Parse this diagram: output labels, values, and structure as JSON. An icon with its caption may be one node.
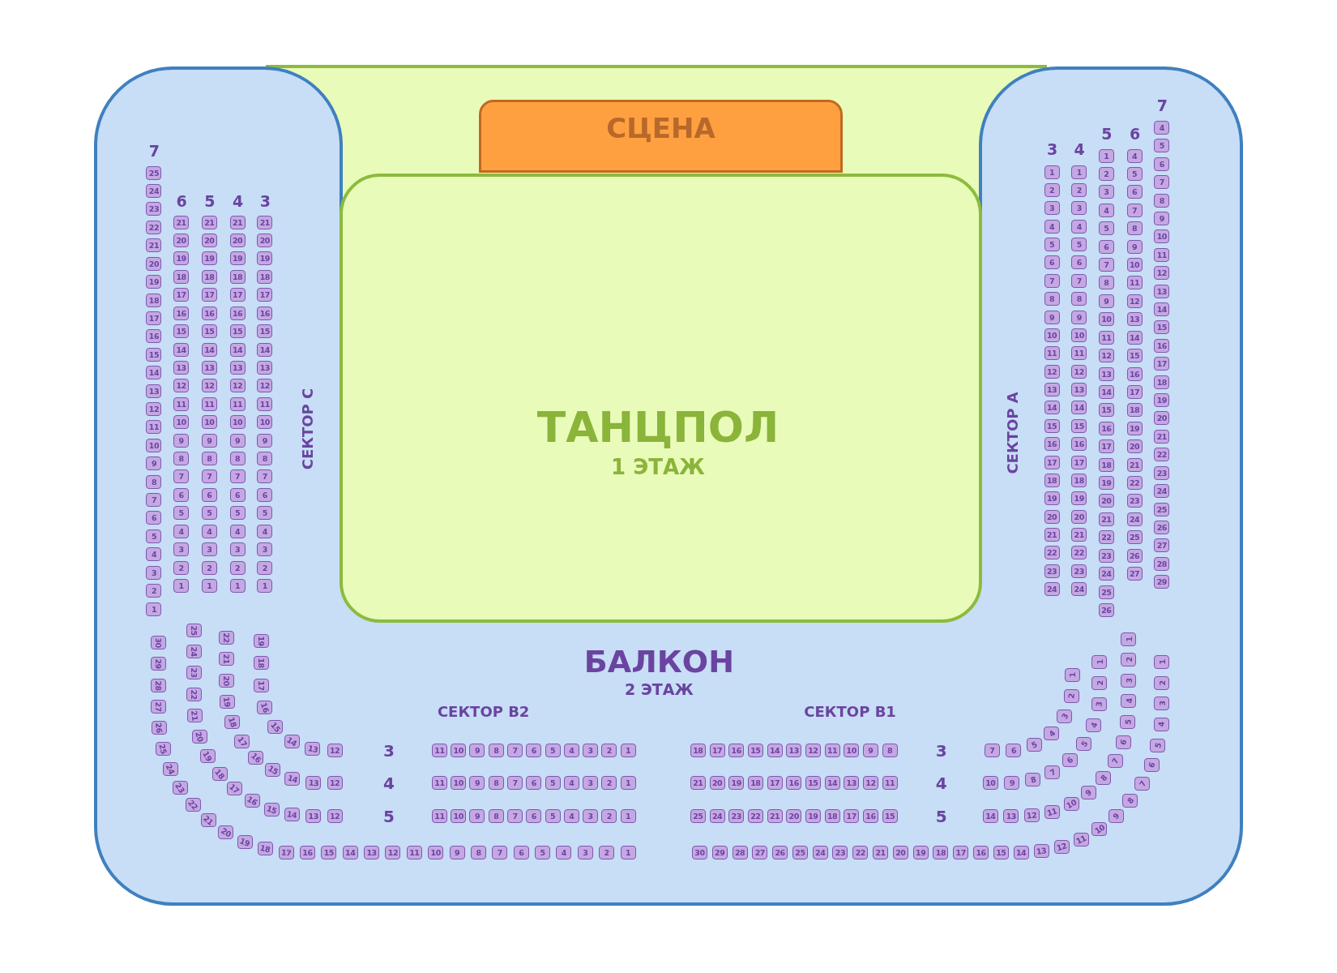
{
  "diagram": {
    "nodes": [
      {
        "text": [
          "СЦЕНА"
        ]
      },
      {
        "text": [
          "ТАНЦПОЛ",
          "1 ЭТАЖ"
        ]
      },
      {
        "text": [
          "БАЛКОН",
          "2 ЭТАЖ"
        ]
      },
      {
        "text": [
          "25"
        ],
        "in": 2
      },
      {
        "text": [
          "24"
        ],
        "in": 2
      },
      {
        "text": [
          "23"
        ],
        "in": 2
      },
      {
        "text": [
          "22"
        ],
        "in": 2
      },
      {
        "text": [
          "21"
        ],
        "in": 2
      },
      {
        "text": [
          "20"
        ],
        "in": 2
      },
      {
        "text": [
          "19"
        ],
        "in": 2
      },
      {
        "text": [
          "18"
        ],
        "in": 2
      },
      {
        "text": [
          "17"
        ],
        "in": 2
      },
      {
        "text": [
          "16"
        ],
        "in": 2
      },
      {
        "text": [
          "15"
        ],
        "in": 2
      },
      {
        "text": [
          "14"
        ],
        "in": 2
      },
      {
        "text": [
          "13"
        ],
        "in": 2
      },
      {
        "text": [
          "12"
        ],
        "in": 2
      },
      {
        "text": [
          "11"
        ],
        "in": 2
      },
      {
        "text": [
          "10"
        ],
        "in": 2
      },
      {
        "text": [
          "9"
        ],
        "in": 2
      },
      {
        "text": [
          "8"
        ],
        "in": 2
      },
      {
        "text": [
          "7"
        ],
        "in": 2
      },
      {
        "text": [
          "6"
        ],
        "in": 2
      },
      {
        "text": [
          "5"
        ],
        "in": 2
      },
      {
        "text": [
          "4"
        ],
        "in": 2
      },
      {
        "text": [
          "3"
        ],
        "in": 2
      },
      {
        "text": [
          "2"
        ],
        "in": 2
      },
      {
        "text": [
          "1"
        ],
        "in": 2
      },
      {
        "text": [
          "21"
        ],
        "in": 2
      },
      {
        "text": [
          "20"
        ],
        "in": 2
      },
      {
        "text": [
          "19"
        ],
        "in": 2
      },
      {
        "text": [
          "18"
        ],
        "in": 2
      },
      {
        "text": [
          "17"
        ],
        "in": 2
      },
      {
        "text": [
          "16"
        ],
        "in": 2
      },
      {
        "text": [
          "15"
        ],
        "in": 2
      },
      {
        "text": [
          "14"
        ],
        "in": 2
      },
      {
        "text": [
          "13"
        ],
        "in": 2
      },
      {
        "text": [
          "12"
        ],
        "in": 2
      },
      {
        "text": [
          "11"
        ],
        "in": 2
      },
      {
        "text": [
          "10"
        ],
        "in": 2
      },
      {
        "text": [
          "9"
        ],
        "in": 2
      },
      {
        "text": [
          "8"
        ],
        "in": 2
      },
      {
        "text": [
          "7"
        ],
        "in": 2
      },
      {
        "text": [
          "6"
        ],
        "in": 2
      },
      {
        "text": [
          "5"
        ],
        "in": 2
      },
      {
        "text": [
          "4"
        ],
        "in": 2
      },
      {
        "text": [
          "3"
        ],
        "in": 2
      },
      {
        "text": [
          "2"
        ],
        "in": 2
      },
      {
        "text": [
          "1"
        ],
        "in": 2
      },
      {
        "text": [
          "21"
        ],
        "in": 2
      },
      {
        "text": [
          "20"
        ],
        "in": 2
      },
      {
        "text": [
          "19"
        ],
        "in": 2
      },
      {
        "text": [
          "18"
        ],
        "in": 2
      },
      {
        "text": [
          "17"
        ],
        "in": 2
      },
      {
        "text": [
          "16"
        ],
        "in": 2
      },
      {
        "text": [
          "15"
        ],
        "in": 2
      },
      {
        "text": [
          "14"
        ],
        "in": 2
      },
      {
        "text": [
          "13"
        ],
        "in": 2
      },
      {
        "text": [
          "12"
        ],
        "in": 2
      },
      {
        "text": [
          "11"
        ],
        "in": 2
      },
      {
        "text": [
          "10"
        ],
        "in": 2
      },
      {
        "text": [
          "9"
        ],
        "in": 2
      },
      {
        "text": [
          "8"
        ],
        "in": 2
      },
      {
        "text": [
          "7"
        ],
        "in": 2
      },
      {
        "text": [
          "6"
        ],
        "in": 2
      },
      {
        "text": [
          "5"
        ],
        "in": 2
      },
      {
        "text": [
          "4"
        ],
        "in": 2
      },
      {
        "text": [
          "3"
        ],
        "in": 2
      },
      {
        "text": [
          "2"
        ],
        "in": 2
      },
      {
        "text": [
          "1"
        ],
        "in": 2
      },
      {
        "text": [
          "21"
        ],
        "in": 2
      },
      {
        "text": [
          "20"
        ],
        "in": 2
      },
      {
        "text": [
          "19"
        ],
        "in": 2
      },
      {
        "text": [
          "18"
        ],
        "in": 2
      },
      {
        "text": [
          "17"
        ],
        "in": 2
      },
      {
        "text": [
          "16"
        ],
        "in": 2
      },
      {
        "text": [
          "15"
        ],
        "in": 2
      },
      {
        "text": [
          "14"
        ],
        "in": 2
      },
      {
        "text": [
          "13"
        ],
        "in": 2
      },
      {
        "text": [
          "12"
        ],
        "in": 2
      },
      {
        "text": [
          "11"
        ],
        "in": 2
      },
      {
        "text": [
          "10"
        ],
        "in": 2
      },
      {
        "text": [
          "9"
        ],
        "in": 2
      },
      {
        "text": [
          "8"
        ],
        "in": 2
      },
      {
        "text": [
          "7"
        ],
        "in": 2
      },
      {
        "text": [
          "6"
        ],
        "in": 2
      },
      {
        "text": [
          "5"
        ],
        "in": 2
      },
      {
        "text": [
          "4"
        ],
        "in": 2
      },
      {
        "text": [
          "3"
        ],
        "in": 2
      },
      {
        "text": [
          "2"
        ],
        "in": 2
      },
      {
        "text": [
          "1"
        ],
        "in": 2
      },
      {
        "text": [
          "21"
        ],
        "in": 2
      },
      {
        "text": [
          "20"
        ],
        "in": 2
      },
      {
        "text": [
          "19"
        ],
        "in": 2
      },
      {
        "text": [
          "18"
        ],
        "in": 2
      },
      {
        "text": [
          "17"
        ],
        "in": 2
      },
      {
        "text": [
          "16"
        ],
        "in": 2
      },
      {
        "text": [
          "15"
        ],
        "in": 2
      },
      {
        "text": [
          "14"
        ],
        "in": 2
      },
      {
        "text": [
          "13"
        ],
        "in": 2
      },
      {
        "text": [
          "12"
        ],
        "in": 2
      },
      {
        "text": [
          "11"
        ],
        "in": 2
      },
      {
        "text": [
          "10"
        ],
        "in": 2
      },
      {
        "text": [
          "9"
        ],
        "in": 2
      },
      {
        "text": [
          "8"
        ],
        "in": 2
      },
      {
        "text": [
          "7"
        ],
        "in": 2
      },
      {
        "text": [
          "6"
        ],
        "in": 2
      },
      {
        "text": [
          "5"
        ],
        "in": 2
      },
      {
        "text": [
          "4"
        ],
        "in": 2
      },
      {
        "text": [
          "3"
        ],
        "in": 2
      },
      {
        "text": [
          "2"
        ],
        "in": 2
      },
      {
        "text": [
          "1"
        ],
        "in": 2
      },
      {
        "text": [
          "1"
        ],
        "in": 2
      },
      {
        "text": [
          "2"
        ],
        "in": 2
      },
      {
        "text": [
          "3"
        ],
        "in": 2
      },
      {
        "text": [
          "4"
        ],
        "in": 2
      },
      {
        "text": [
          "5"
        ],
        "in": 2
      },
      {
        "text": [
          "6"
        ],
        "in": 2
      },
      {
        "text": [
          "7"
        ],
        "in": 2
      },
      {
        "text": [
          "8"
        ],
        "in": 2
      },
      {
        "text": [
          "9"
        ],
        "in": 2
      },
      {
        "text": [
          "10"
        ],
        "in": 2
      },
      {
        "text": [
          "11"
        ],
        "in": 2
      },
      {
        "text": [
          "12"
        ],
        "in": 2
      },
      {
        "text": [
          "13"
        ],
        "in": 2
      },
      {
        "text": [
          "14"
        ],
        "in": 2
      },
      {
        "text": [
          "15"
        ],
        "in": 2
      },
      {
        "text": [
          "16"
        ],
        "in": 2
      },
      {
        "text": [
          "17"
        ],
        "in": 2
      },
      {
        "text": [
          "18"
        ],
        "in": 2
      },
      {
        "text": [
          "19"
        ],
        "in": 2
      },
      {
        "text": [
          "20"
        ],
        "in": 2
      },
      {
        "text": [
          "21"
        ],
        "in": 2
      },
      {
        "text": [
          "22"
        ],
        "in": 2
      },
      {
        "text": [
          "23"
        ],
        "in": 2
      },
      {
        "text": [
          "24"
        ],
        "in": 2
      },
      {
        "text": [
          "1"
        ],
        "in": 2
      },
      {
        "text": [
          "2"
        ],
        "in": 2
      },
      {
        "text": [
          "3"
        ],
        "in": 2
      },
      {
        "text": [
          "4"
        ],
        "in": 2
      },
      {
        "text": [
          "5"
        ],
        "in": 2
      },
      {
        "text": [
          "6"
        ],
        "in": 2
      },
      {
        "text": [
          "7"
        ],
        "in": 2
      },
      {
        "text": [
          "8"
        ],
        "in": 2
      },
      {
        "text": [
          "9"
        ],
        "in": 2
      },
      {
        "text": [
          "10"
        ],
        "in": 2
      },
      {
        "text": [
          "11"
        ],
        "in": 2
      },
      {
        "text": [
          "12"
        ],
        "in": 2
      },
      {
        "text": [
          "13"
        ],
        "in": 2
      },
      {
        "text": [
          "14"
        ],
        "in": 2
      },
      {
        "text": [
          "15"
        ],
        "in": 2
      },
      {
        "text": [
          "16"
        ],
        "in": 2
      },
      {
        "text": [
          "17"
        ],
        "in": 2
      },
      {
        "text": [
          "18"
        ],
        "in": 2
      },
      {
        "text": [
          "19"
        ],
        "in": 2
      },
      {
        "text": [
          "20"
        ],
        "in": 2
      },
      {
        "text": [
          "21"
        ],
        "in": 2
      },
      {
        "text": [
          "22"
        ],
        "in": 2
      },
      {
        "text": [
          "23"
        ],
        "in": 2
      },
      {
        "text": [
          "24"
        ],
        "in": 2
      },
      {
        "text": [
          "1"
        ],
        "in": 2
      },
      {
        "text": [
          "2"
        ],
        "in": 2
      },
      {
        "text": [
          "3"
        ],
        "in": 2
      },
      {
        "text": [
          "4"
        ],
        "in": 2
      },
      {
        "text": [
          "5"
        ],
        "in": 2
      },
      {
        "text": [
          "6"
        ],
        "in": 2
      },
      {
        "text": [
          "7"
        ],
        "in": 2
      },
      {
        "text": [
          "8"
        ],
        "in": 2
      },
      {
        "text": [
          "9"
        ],
        "in": 2
      },
      {
        "text": [
          "10"
        ],
        "in": 2
      },
      {
        "text": [
          "11"
        ],
        "in": 2
      },
      {
        "text": [
          "12"
        ],
        "in": 2
      },
      {
        "text": [
          "13"
        ],
        "in": 2
      },
      {
        "text": [
          "14"
        ],
        "in": 2
      },
      {
        "text": [
          "15"
        ],
        "in": 2
      },
      {
        "text": [
          "16"
        ],
        "in": 2
      },
      {
        "text": [
          "17"
        ],
        "in": 2
      },
      {
        "text": [
          "18"
        ],
        "in": 2
      },
      {
        "text": [
          "19"
        ],
        "in": 2
      },
      {
        "text": [
          "20"
        ],
        "in": 2
      },
      {
        "text": [
          "21"
        ],
        "in": 2
      },
      {
        "text": [
          "22"
        ],
        "in": 2
      },
      {
        "text": [
          "23"
        ],
        "in": 2
      },
      {
        "text": [
          "24"
        ],
        "in": 2
      },
      {
        "text": [
          "25"
        ],
        "in": 2
      },
      {
        "text": [
          "26"
        ],
        "in": 2
      },
      {
        "text": [
          "4"
        ],
        "in": 2
      },
      {
        "text": [
          "5"
        ],
        "in": 2
      },
      {
        "text": [
          "6"
        ],
        "in": 2
      },
      {
        "text": [
          "7"
        ],
        "in": 2
      },
      {
        "text": [
          "8"
        ],
        "in": 2
      },
      {
        "text": [
          "9"
        ],
        "in": 2
      },
      {
        "text": [
          "10"
        ],
        "in": 2
      },
      {
        "text": [
          "11"
        ],
        "in": 2
      },
      {
        "text": [
          "12"
        ],
        "in": 2
      },
      {
        "text": [
          "13"
        ],
        "in": 2
      },
      {
        "text": [
          "14"
        ],
        "in": 2
      },
      {
        "text": [
          "15"
        ],
        "in": 2
      },
      {
        "text": [
          "16"
        ],
        "in": 2
      },
      {
        "text": [
          "17"
        ],
        "in": 2
      },
      {
        "text": [
          "18"
        ],
        "in": 2
      },
      {
        "text": [
          "19"
        ],
        "in": 2
      },
      {
        "text": [
          "20"
        ],
        "in": 2
      },
      {
        "text": [
          "21"
        ],
        "in": 2
      },
      {
        "text": [
          "22"
        ],
        "in": 2
      },
      {
        "text": [
          "23"
        ],
        "in": 2
      },
      {
        "text": [
          "24"
        ],
        "in": 2
      },
      {
        "text": [
          "25"
        ],
        "in": 2
      },
      {
        "text": [
          "26"
        ],
        "in": 2
      },
      {
        "text": [
          "27"
        ],
        "in": 2
      },
      {
        "text": [
          "4"
        ],
        "in": 2
      },
      {
        "text": [
          "5"
        ],
        "in": 2
      },
      {
        "text": [
          "6"
        ],
        "in": 2
      },
      {
        "text": [
          "7"
        ],
        "in": 2
      },
      {
        "text": [
          "8"
        ],
        "in": 2
      },
      {
        "text": [
          "9"
        ],
        "in": 2
      },
      {
        "text": [
          "10"
        ],
        "in": 2
      },
      {
        "text": [
          "11"
        ],
        "in": 2
      },
      {
        "text": [
          "12"
        ],
        "in": 2
      },
      {
        "text": [
          "13"
        ],
        "in": 2
      },
      {
        "text": [
          "14"
        ],
        "in": 2
      },
      {
        "text": [
          "15"
        ],
        "in": 2
      },
      {
        "text": [
          "16"
        ],
        "in": 2
      },
      {
        "text": [
          "17"
        ],
        "in": 2
      },
      {
        "text": [
          "18"
        ],
        "in": 2
      },
      {
        "text": [
          "19"
        ],
        "in": 2
      },
      {
        "text": [
          "20"
        ],
        "in": 2
      },
      {
        "text": [
          "21"
        ],
        "in": 2
      },
      {
        "text": [
          "22"
        ],
        "in": 2
      },
      {
        "text": [
          "23"
        ],
        "in": 2
      },
      {
        "text": [
          "24"
        ],
        "in": 2
      },
      {
        "text": [
          "25"
        ],
        "in": 2
      },
      {
        "text": [
          "26"
        ],
        "in": 2
      },
      {
        "text": [
          "27"
        ],
        "in": 2
      },
      {
        "text": [
          "28"
        ],
        "in": 2
      },
      {
        "text": [
          "29"
        ],
        "in": 2
      },
      {
        "text": [
          "19"
        ],
        "in": 2
      },
      {
        "text": [
          "18"
        ],
        "in": 2
      },
      {
        "text": [
          "17"
        ],
        "in": 2
      },
      {
        "text": [
          "16"
        ],
        "in": 2
      },
      {
        "text": [
          "15"
        ],
        "in": 2
      },
      {
        "text": [
          "14"
        ],
        "in": 2
      },
      {
        "text": [
          "13"
        ],
        "in": 2
      },
      {
        "text": [
          "12"
        ],
        "in": 2
      },
      {
        "text": [
          "11"
        ],
        "in": 2
      },
      {
        "text": [
          "10"
        ],
        "in": 2
      },
      {
        "text": [
          "9"
        ],
        "in": 2
      },
      {
        "text": [
          "8"
        ],
        "in": 2
      },
      {
        "text": [
          "7"
        ],
        "in": 2
      },
      {
        "text": [
          "6"
        ],
        "in": 2
      },
      {
        "text": [
          "5"
        ],
        "in": 2
      },
      {
        "text": [
          "4"
        ],
        "in": 2
      },
      {
        "text": [
          "3"
        ],
        "in": 2
      },
      {
        "text": [
          "2"
        ],
        "in": 2
      },
      {
        "text": [
          "1"
        ],
        "in": 2
      },
      {
        "text": [
          "22"
        ],
        "in": 2
      },
      {
        "text": [
          "21"
        ],
        "in": 2
      },
      {
        "text": [
          "20"
        ],
        "in": 2
      },
      {
        "text": [
          "19"
        ],
        "in": 2
      },
      {
        "text": [
          "18"
        ],
        "in": 2
      },
      {
        "text": [
          "17"
        ],
        "in": 2
      },
      {
        "text": [
          "16"
        ],
        "in": 2
      },
      {
        "text": [
          "15"
        ],
        "in": 2
      },
      {
        "text": [
          "14"
        ],
        "in": 2
      },
      {
        "text": [
          "13"
        ],
        "in": 2
      },
      {
        "text": [
          "12"
        ],
        "in": 2
      },
      {
        "text": [
          "11"
        ],
        "in": 2
      },
      {
        "text": [
          "10"
        ],
        "in": 2
      },
      {
        "text": [
          "9"
        ],
        "in": 2
      },
      {
        "text": [
          "8"
        ],
        "in": 2
      },
      {
        "text": [
          "7"
        ],
        "in": 2
      },
      {
        "text": [
          "6"
        ],
        "in": 2
      },
      {
        "text": [
          "5"
        ],
        "in": 2
      },
      {
        "text": [
          "4"
        ],
        "in": 2
      },
      {
        "text": [
          "3"
        ],
        "in": 2
      },
      {
        "text": [
          "2"
        ],
        "in": 2
      },
      {
        "text": [
          "1"
        ],
        "in": 2
      },
      {
        "text": [
          "25"
        ],
        "in": 2
      },
      {
        "text": [
          "24"
        ],
        "in": 2
      },
      {
        "text": [
          "23"
        ],
        "in": 2
      },
      {
        "text": [
          "22"
        ],
        "in": 2
      },
      {
        "text": [
          "21"
        ],
        "in": 2
      },
      {
        "text": [
          "20"
        ],
        "in": 2
      },
      {
        "text": [
          "19"
        ],
        "in": 2
      },
      {
        "text": [
          "18"
        ],
        "in": 2
      },
      {
        "text": [
          "17"
        ],
        "in": 2
      },
      {
        "text": [
          "16"
        ],
        "in": 2
      },
      {
        "text": [
          "15"
        ],
        "in": 2
      },
      {
        "text": [
          "14"
        ],
        "in": 2
      },
      {
        "text": [
          "13"
        ],
        "in": 2
      },
      {
        "text": [
          "12"
        ],
        "in": 2
      },
      {
        "text": [
          "11"
        ],
        "in": 2
      },
      {
        "text": [
          "10"
        ],
        "in": 2
      },
      {
        "text": [
          "9"
        ],
        "in": 2
      },
      {
        "text": [
          "8"
        ],
        "in": 2
      },
      {
        "text": [
          "7"
        ],
        "in": 2
      },
      {
        "text": [
          "6"
        ],
        "in": 2
      },
      {
        "text": [
          "5"
        ],
        "in": 2
      },
      {
        "text": [
          "4"
        ],
        "in": 2
      },
      {
        "text": [
          "3"
        ],
        "in": 2
      },
      {
        "text": [
          "2"
        ],
        "in": 2
      },
      {
        "text": [
          "1"
        ],
        "in": 2
      },
      {
        "text": [
          "30"
        ],
        "in": 2
      },
      {
        "text": [
          "29"
        ],
        "in": 2
      },
      {
        "text": [
          "28"
        ],
        "in": 2
      },
      {
        "text": [
          "27"
        ],
        "in": 2
      },
      {
        "text": [
          "26"
        ],
        "in": 2
      },
      {
        "text": [
          "25"
        ],
        "in": 2
      },
      {
        "text": [
          "24"
        ],
        "in": 2
      },
      {
        "text": [
          "23"
        ],
        "in": 2
      },
      {
        "text": [
          "22"
        ],
        "in": 2
      },
      {
        "text": [
          "21"
        ],
        "in": 2
      },
      {
        "text": [
          "20"
        ],
        "in": 2
      },
      {
        "text": [
          "19"
        ],
        "in": 2
      },
      {
        "text": [
          "18"
        ],
        "in": 2
      },
      {
        "text": [
          "17"
        ],
        "in": 2
      },
      {
        "text": [
          "16"
        ],
        "in": 2
      },
      {
        "text": [
          "15"
        ],
        "in": 2
      },
      {
        "text": [
          "14"
        ],
        "in": 2
      },
      {
        "text": [
          "13"
        ],
        "in": 2
      },
      {
        "text": [
          "12"
        ],
        "in": 2
      },
      {
        "text": [
          "11"
        ],
        "in": 2
      },
      {
        "text": [
          "10"
        ],
        "in": 2
      },
      {
        "text": [
          "9"
        ],
        "in": 2
      },
      {
        "text": [
          "8"
        ],
        "in": 2
      },
      {
        "text": [
          "7"
        ],
        "in": 2
      },
      {
        "text": [
          "6"
        ],
        "in": 2
      },
      {
        "text": [
          "5"
        ],
        "in": 2
      },
      {
        "text": [
          "4"
        ],
        "in": 2
      },
      {
        "text": [
          "3"
        ],
        "in": 2
      },
      {
        "text": [
          "2"
        ],
        "in": 2
      },
      {
        "text": [
          "1"
        ],
        "in": 2
      },
      {
        "text": [
          "18"
        ],
        "in": 2
      },
      {
        "text": [
          "17"
        ],
        "in": 2
      },
      {
        "text": [
          "16"
        ],
        "in": 2
      },
      {
        "text": [
          "15"
        ],
        "in": 2
      },
      {
        "text": [
          "14"
        ],
        "in": 2
      },
      {
        "text": [
          "13"
        ],
        "in": 2
      },
      {
        "text": [
          "12"
        ],
        "in": 2
      },
      {
        "text": [
          "11"
        ],
        "in": 2
      },
      {
        "text": [
          "10"
        ],
        "in": 2
      },
      {
        "text": [
          "9"
        ],
        "in": 2
      },
      {
        "text": [
          "8"
        ],
        "in": 2
      },
      {
        "text": [
          "7"
        ],
        "in": 2
      },
      {
        "text": [
          "6"
        ],
        "in": 2
      },
      {
        "text": [
          "5"
        ],
        "in": 2
      },
      {
        "text": [
          "4"
        ],
        "in": 2
      },
      {
        "text": [
          "3"
        ],
        "in": 2
      },
      {
        "text": [
          "2"
        ],
        "in": 2
      },
      {
        "text": [
          "1"
        ],
        "in": 2
      },
      {
        "text": [
          "21"
        ],
        "in": 2
      },
      {
        "text": [
          "20"
        ],
        "in": 2
      },
      {
        "text": [
          "19"
        ],
        "in": 2
      },
      {
        "text": [
          "18"
        ],
        "in": 2
      },
      {
        "text": [
          "17"
        ],
        "in": 2
      },
      {
        "text": [
          "16"
        ],
        "in": 2
      },
      {
        "text": [
          "15"
        ],
        "in": 2
      },
      {
        "text": [
          "14"
        ],
        "in": 2
      },
      {
        "text": [
          "13"
        ],
        "in": 2
      },
      {
        "text": [
          "12"
        ],
        "in": 2
      },
      {
        "text": [
          "11"
        ],
        "in": 2
      },
      {
        "text": [
          "10"
        ],
        "in": 2
      },
      {
        "text": [
          "9"
        ],
        "in": 2
      },
      {
        "text": [
          "8"
        ],
        "in": 2
      },
      {
        "text": [
          "7"
        ],
        "in": 2
      },
      {
        "text": [
          "6"
        ],
        "in": 2
      },
      {
        "text": [
          "5"
        ],
        "in": 2
      },
      {
        "text": [
          "4"
        ],
        "in": 2
      },
      {
        "text": [
          "3"
        ],
        "in": 2
      },
      {
        "text": [
          "2"
        ],
        "in": 2
      },
      {
        "text": [
          "1"
        ],
        "in": 2
      },
      {
        "text": [
          "25"
        ],
        "in": 2
      },
      {
        "text": [
          "24"
        ],
        "in": 2
      },
      {
        "text": [
          "23"
        ],
        "in": 2
      },
      {
        "text": [
          "22"
        ],
        "in": 2
      },
      {
        "text": [
          "21"
        ],
        "in": 2
      },
      {
        "text": [
          "20"
        ],
        "in": 2
      },
      {
        "text": [
          "19"
        ],
        "in": 2
      },
      {
        "text": [
          "18"
        ],
        "in": 2
      },
      {
        "text": [
          "17"
        ],
        "in": 2
      },
      {
        "text": [
          "16"
        ],
        "in": 2
      },
      {
        "text": [
          "15"
        ],
        "in": 2
      },
      {
        "text": [
          "14"
        ],
        "in": 2
      },
      {
        "text": [
          "13"
        ],
        "in": 2
      },
      {
        "text": [
          "12"
        ],
        "in": 2
      },
      {
        "text": [
          "11"
        ],
        "in": 2
      },
      {
        "text": [
          "10"
        ],
        "in": 2
      },
      {
        "text": [
          "9"
        ],
        "in": 2
      },
      {
        "text": [
          "8"
        ],
        "in": 2
      },
      {
        "text": [
          "7"
        ],
        "in": 2
      },
      {
        "text": [
          "6"
        ],
        "in": 2
      },
      {
        "text": [
          "5"
        ],
        "in": 2
      },
      {
        "text": [
          "4"
        ],
        "in": 2
      },
      {
        "text": [
          "3"
        ],
        "in": 2
      },
      {
        "text": [
          "2"
        ],
        "in": 2
      },
      {
        "text": [
          "1"
        ],
        "in": 2
      },
      {
        "text": [
          "30"
        ],
        "in": 2
      },
      {
        "text": [
          "29"
        ],
        "in": 2
      },
      {
        "text": [
          "28"
        ],
        "in": 2
      },
      {
        "text": [
          "27"
        ],
        "in": 2
      },
      {
        "text": [
          "26"
        ],
        "in": 2
      },
      {
        "text": [
          "25"
        ],
        "in": 2
      },
      {
        "text": [
          "24"
        ],
        "in": 2
      },
      {
        "text": [
          "23"
        ],
        "in": 2
      },
      {
        "text": [
          "22"
        ],
        "in": 2
      },
      {
        "text": [
          "21"
        ],
        "in": 2
      },
      {
        "text": [
          "20"
        ],
        "in": 2
      },
      {
        "text": [
          "19"
        ],
        "in": 2
      },
      {
        "text": [
          "18"
        ],
        "in": 2
      },
      {
        "text": [
          "17"
        ],
        "in": 2
      },
      {
        "text": [
          "16"
        ],
        "in": 2
      },
      {
        "text": [
          "15"
        ],
        "in": 2
      },
      {
        "text": [
          "14"
        ],
        "in": 2
      },
      {
        "text": [
          "13"
        ],
        "in": 2
      },
      {
        "text": [
          "12"
        ],
        "in": 2
      },
      {
        "text": [
          "11"
        ],
        "in": 2
      },
      {
        "text": [
          "10"
        ],
        "in": 2
      },
      {
        "text": [
          "9"
        ],
        "in": 2
      },
      {
        "text": [
          "8"
        ],
        "in": 2
      },
      {
        "text": [
          "7"
        ],
        "in": 2
      },
      {
        "text": [
          "6"
        ],
        "in": 2
      },
      {
        "text": [
          "5"
        ],
        "in": 2
      },
      {
        "text": [
          "4"
        ],
        "in": 2
      },
      {
        "text": [
          "3"
        ],
        "in": 2
      },
      {
        "text": [
          "2"
        ],
        "in": 2
      },
      {
        "text": [
          "1"
        ],
        "in": 2
      }
    ],
    "labels": [
      "7",
      "6",
      "5",
      "4",
      "3",
      "СЕКТОР С",
      "3",
      "4",
      "5",
      "6",
      "7",
      "СЕКТОР А",
      "СЕКТОР В2",
      "СЕКТОР В1",
      "3",
      "3",
      "4",
      "4",
      "5",
      "5"
    ]
  }
}
